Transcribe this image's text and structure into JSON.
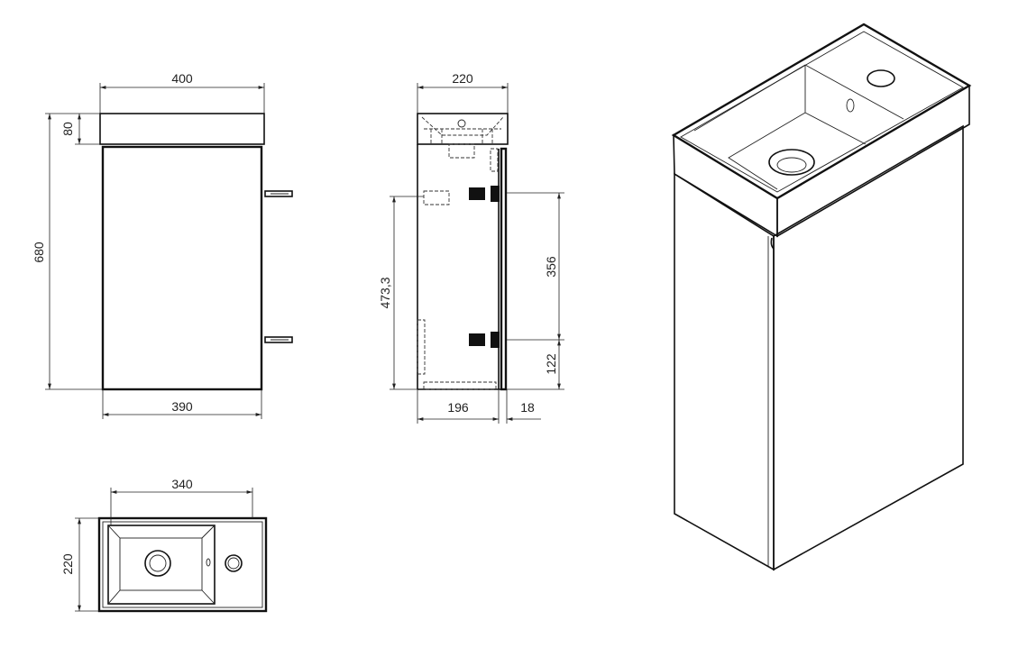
{
  "front_view": {
    "width_top": "400",
    "height_top": "80",
    "height_total": "680",
    "width_bottom": "390"
  },
  "side_view": {
    "depth": "220",
    "mount_height": "473,3",
    "bracket_spacing": "356",
    "bracket_bottom": "122",
    "body_depth": "196",
    "door_thickness": "18"
  },
  "top_view": {
    "basin_width": "340",
    "depth": "220"
  }
}
